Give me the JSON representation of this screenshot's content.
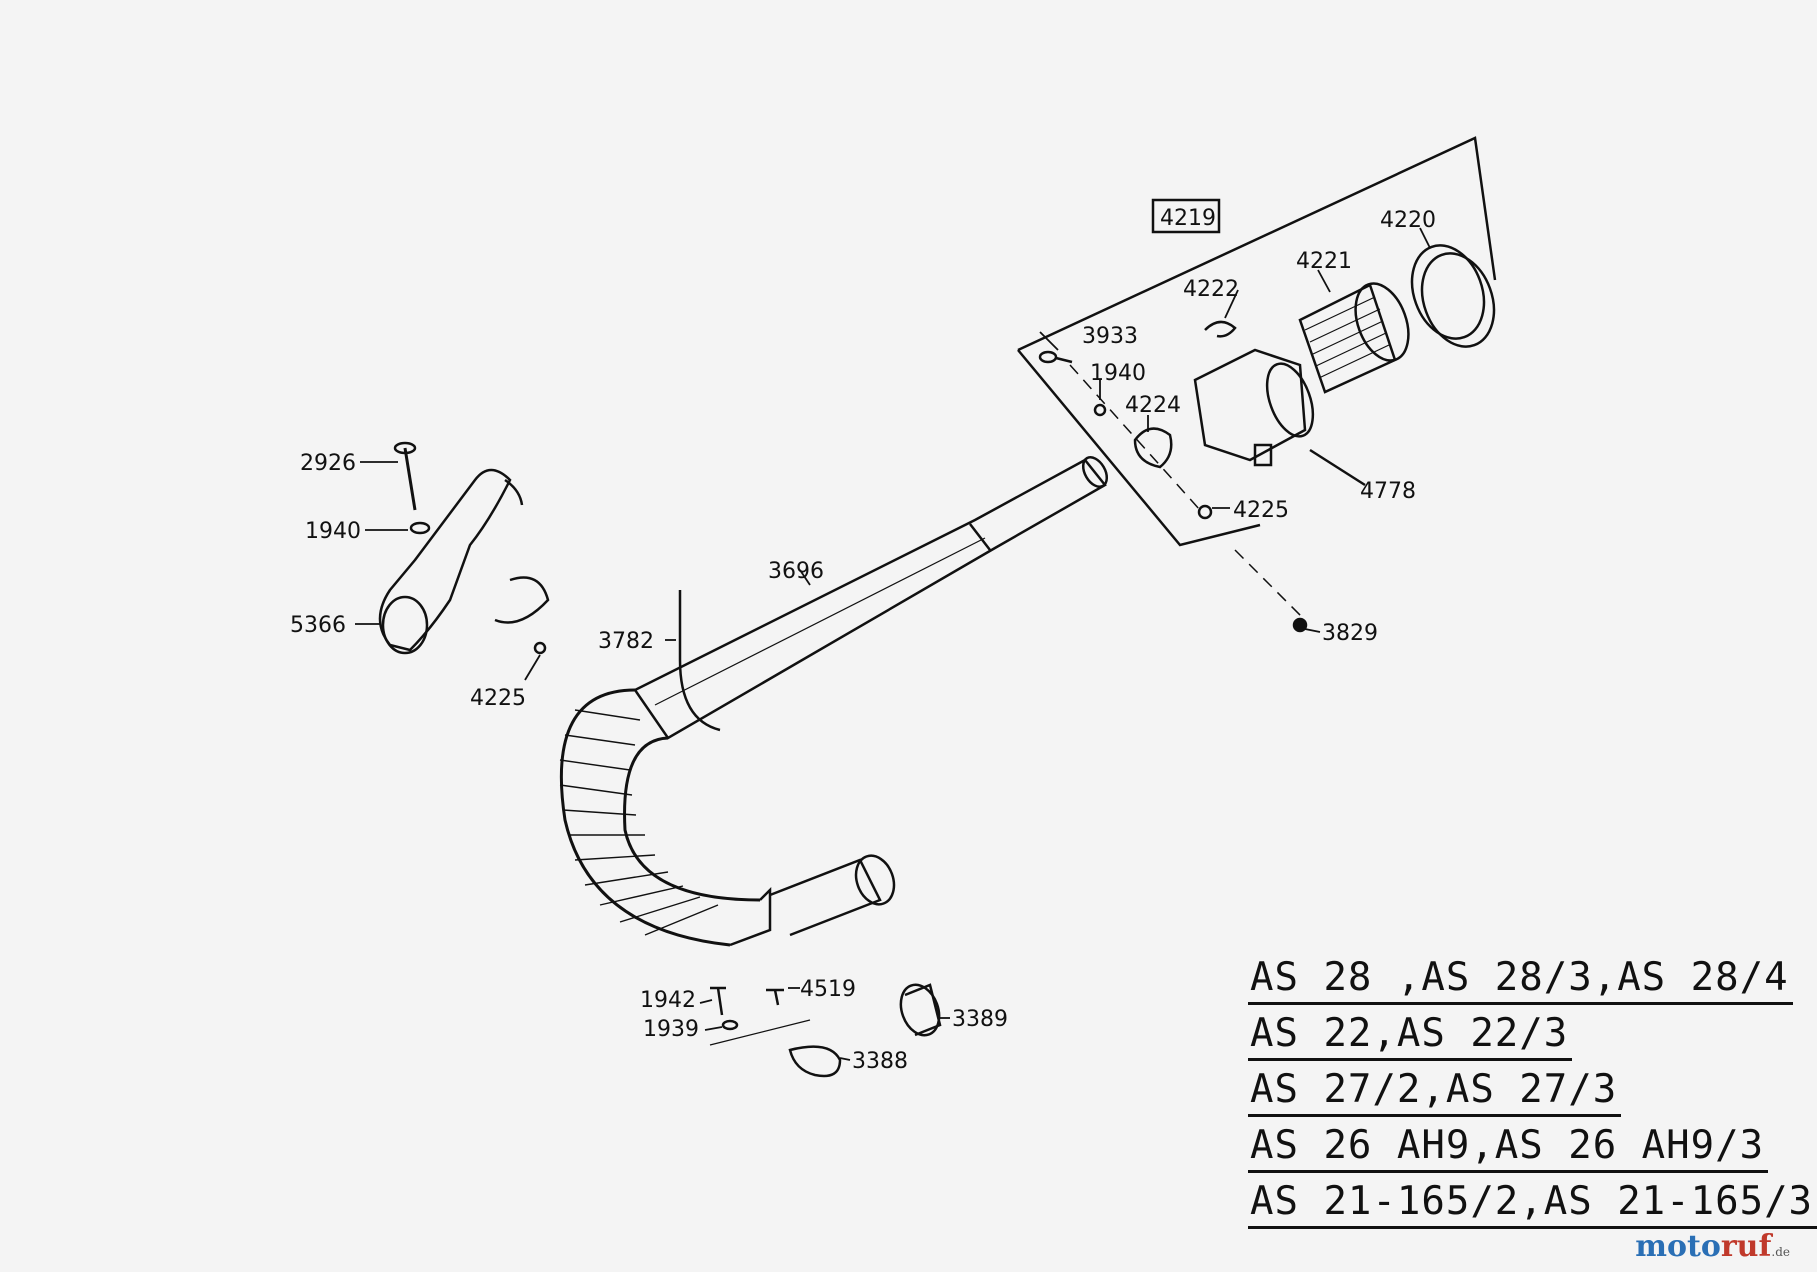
{
  "parts": {
    "p4219": "4219",
    "p4220": "4220",
    "p4221": "4221",
    "p4222": "4222",
    "p3933": "3933",
    "p1940a": "1940",
    "p4224": "4224",
    "p4778": "4778",
    "p4225a": "4225",
    "p3829": "3829",
    "p2926": "2926",
    "p1940b": "1940",
    "p5366": "5366",
    "p4225b": "4225",
    "p3696": "3696",
    "p3782": "3782",
    "p1942": "1942",
    "p4519": "4519",
    "p1939": "1939",
    "p3388": "3388",
    "p3389": "3389"
  },
  "models": [
    "AS 28 ,AS 28/3,AS 28/4",
    "AS 22,AS 22/3",
    "AS 27/2,AS 27/3",
    "AS 26 AH9,AS 26 AH9/3",
    "AS 21-165/2,AS 21-165/3"
  ],
  "brand": {
    "part1": "moto",
    "part2": "ruf",
    "suffix": ".de"
  },
  "colors": {
    "ink": "#111111",
    "paper": "#f4f4f4",
    "brand_blue": "#2a6fb5",
    "brand_red": "#c0392b"
  }
}
